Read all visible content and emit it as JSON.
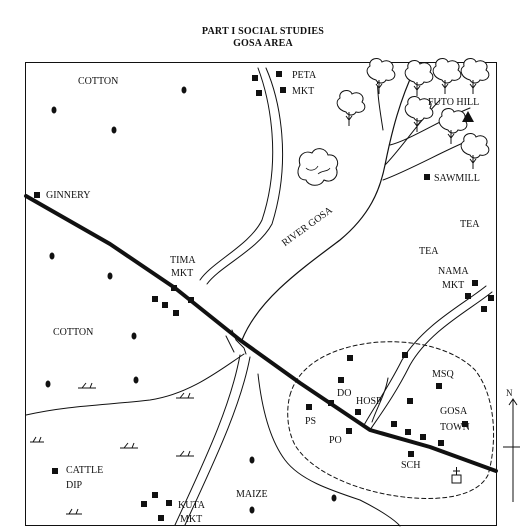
{
  "header": {
    "title_line1": "PART I SOCIAL STUDIES",
    "title_line2": "GOSA AREA"
  },
  "labels": {
    "cotton_top": "COTTON",
    "cotton_mid": "COTTON",
    "peta": "PETA",
    "peta_mkt": "MKT",
    "futo_hill": "FUTO HILL",
    "sawmill": "SAWMILL",
    "ginnery": "GINNERY",
    "tea_1": "TEA",
    "tea_2": "TEA",
    "tima": "TIMA",
    "tima_mkt": "MKT",
    "nama": "NAMA",
    "nama_mkt": "MKT",
    "river_gosa": "RIVER GOSA",
    "msq": "MSQ",
    "do": "DO",
    "hosp": "HOSP",
    "ps": "PS",
    "po": "PO",
    "gosa": "GOSA",
    "town": "TOWN",
    "sch": "SCH",
    "cattle": "CATTLE",
    "dip": "DIP",
    "maize": "MAIZE",
    "kuta": "KUTA",
    "kuta_mkt": "MKT",
    "north": "N"
  },
  "colors": {
    "ink": "#111111",
    "background": "#ffffff"
  },
  "symbols": {
    "building": "filled-square",
    "tree": "tree-outline",
    "hill": "filled-triangle",
    "crop": "dot",
    "grass": "marsh-symbol",
    "church": "cross-on-square"
  }
}
